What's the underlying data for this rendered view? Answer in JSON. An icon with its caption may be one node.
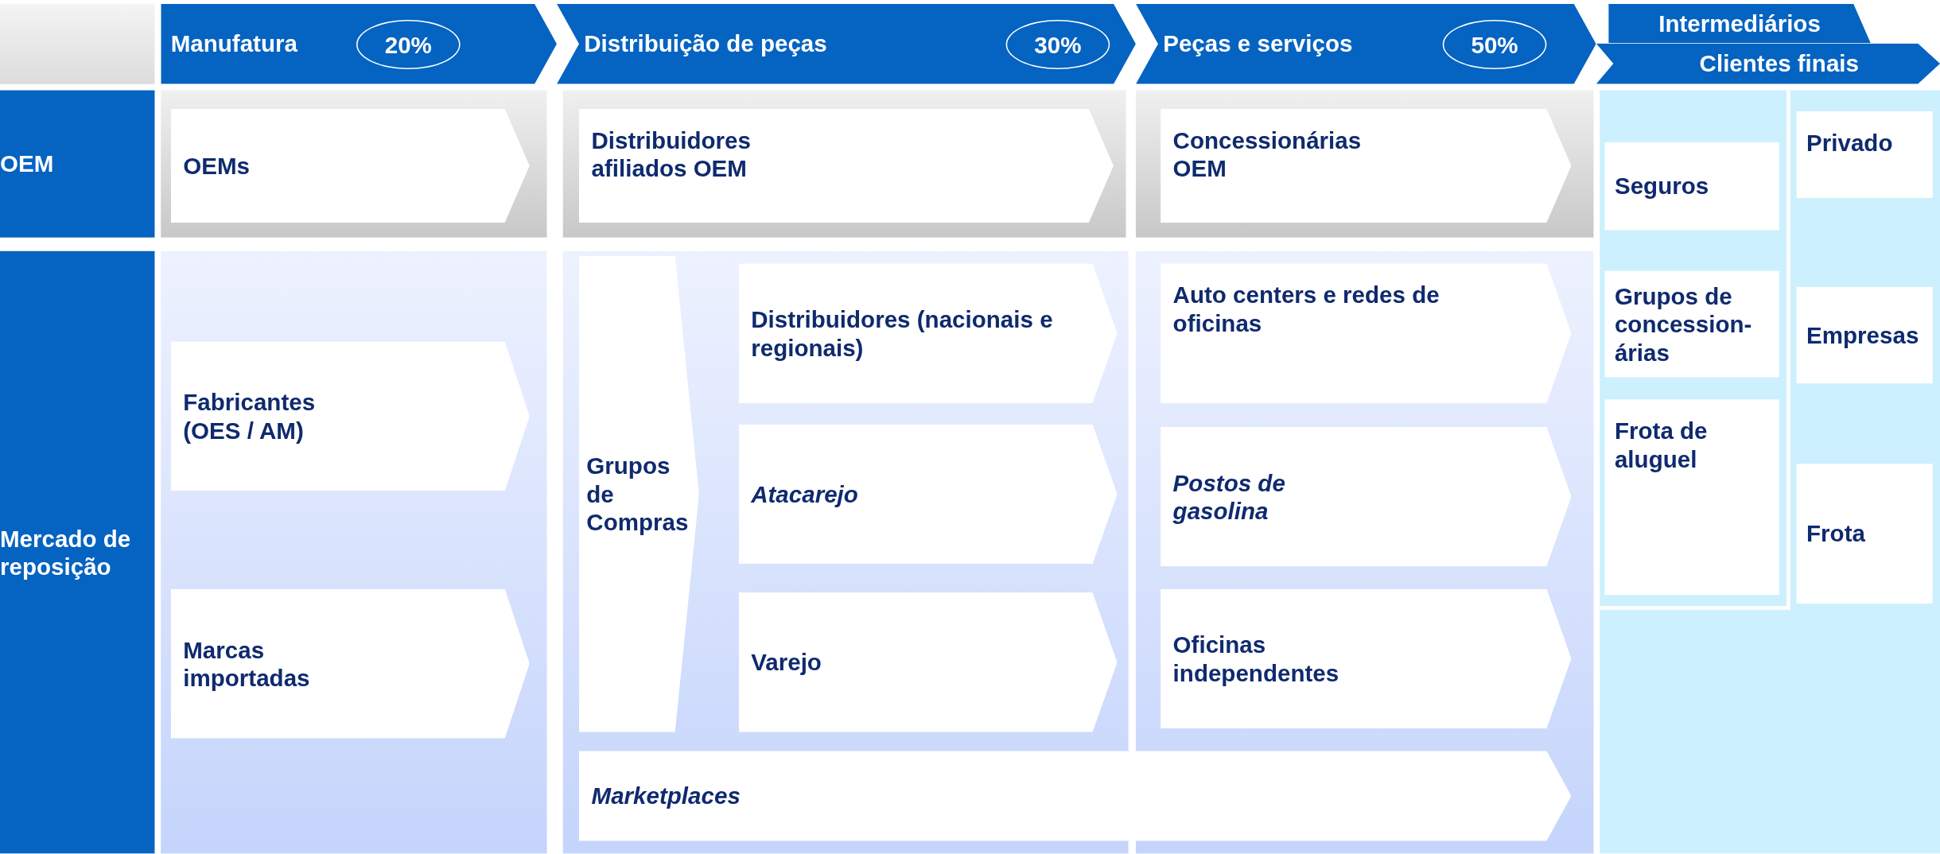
{
  "diagram": {
    "nodes": [
      {
        "text": [
          "Manufatura"
        ]
      },
      {
        "text": [
          "20%"
        ],
        "in": 0
      },
      {
        "text": [
          "Distribuição de peças"
        ]
      },
      {
        "text": [
          "30%"
        ],
        "in": 2
      },
      {
        "text": [
          "Peças e serviços"
        ]
      },
      {
        "text": [
          "50%"
        ],
        "in": 4
      },
      {
        "text": [
          "Intermediários"
        ]
      },
      {
        "text": [
          "Clientes finais"
        ]
      },
      {
        "text": [
          "OEM"
        ]
      },
      {
        "text": [
          "OEMs"
        ]
      },
      {
        "text": [
          "Distribuidores afiliados OEM"
        ]
      },
      {
        "text": [
          "Concessionárias OEM"
        ]
      },
      {
        "text": [
          "Seguros"
        ]
      },
      {
        "text": [
          "Privado"
        ]
      },
      {
        "text": [
          "Mercado de reposição"
        ]
      },
      {
        "text": [
          "Fabricantes (OES / AM)"
        ]
      },
      {
        "text": [
          "Marcas importadas"
        ]
      },
      {
        "text": [
          "Grupos de Compras"
        ]
      },
      {
        "text": [
          "Distribuidores (nacionais e regionais)"
        ]
      },
      {
        "text": [
          "Atacarejo"
        ]
      },
      {
        "text": [
          "Varejo"
        ]
      },
      {
        "text": [
          "Auto centers e redes de oficinas"
        ]
      },
      {
        "text": [
          "Postos de gasolina"
        ]
      },
      {
        "text": [
          "Oficinas independentes"
        ]
      },
      {
        "text": [
          "Marketplaces"
        ]
      },
      {
        "text": [
          "Grupos de concession-árias"
        ]
      },
      {
        "text": [
          "Frota de aluguel"
        ]
      },
      {
        "text": [
          "Empresas"
        ]
      },
      {
        "text": [
          "Frota"
        ]
      }
    ]
  }
}
